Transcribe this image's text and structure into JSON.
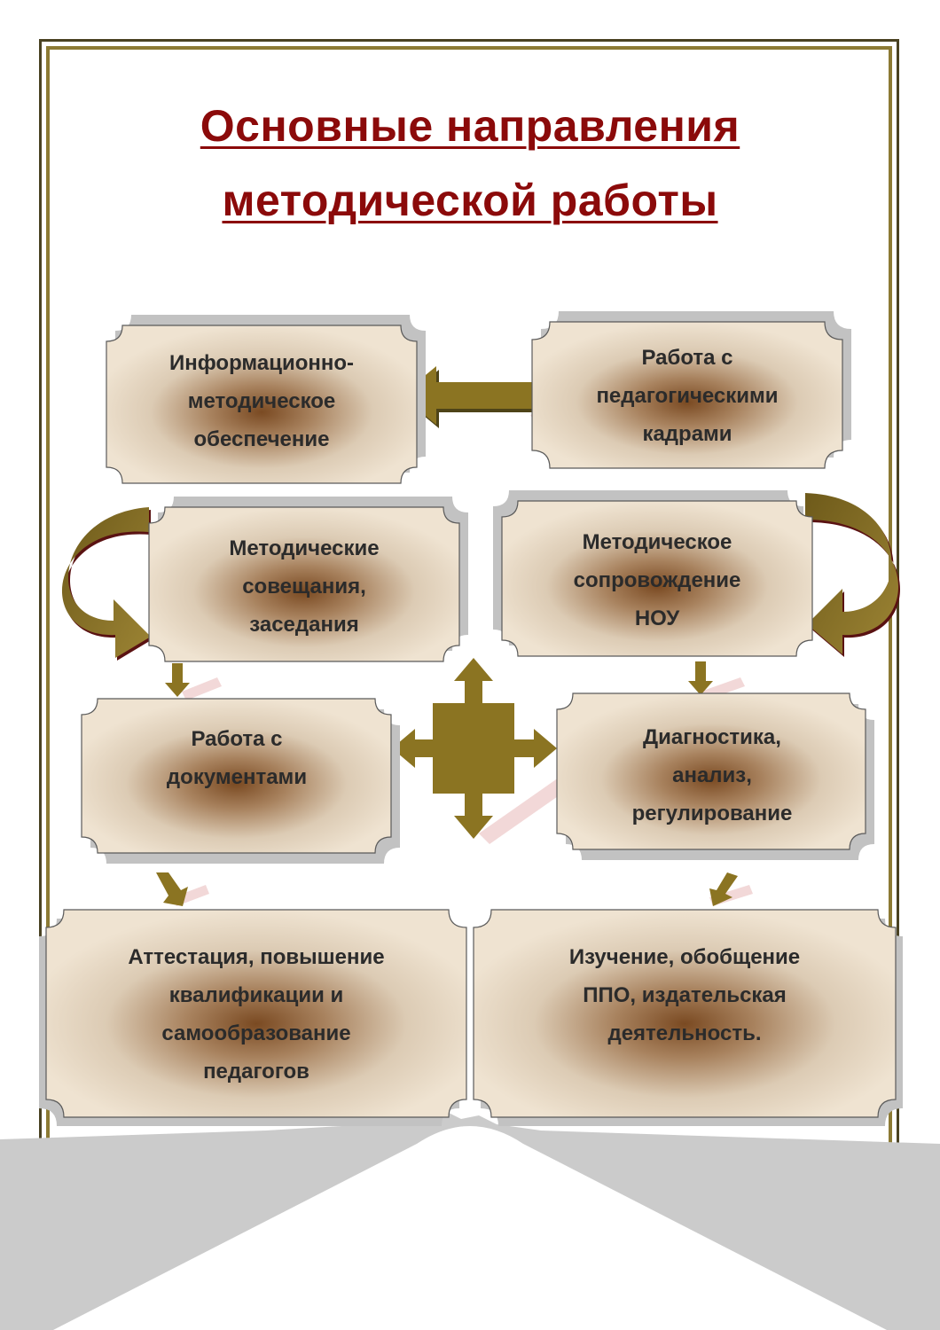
{
  "title": {
    "line1": "Основные направления",
    "line2": "методической работы"
  },
  "colors": {
    "title": "#8b0a0a",
    "arrow": "#8b7422",
    "box_fill": "#efe3d1",
    "box_center": "#7a4a22",
    "frame": "#8c7a34",
    "shadow": "#c2c2c2"
  },
  "boxes": [
    {
      "id": "info",
      "lines": [
        "Информационно-",
        "методическое",
        "обеспечение"
      ]
    },
    {
      "id": "cadres",
      "lines": [
        "Работа с",
        "педагогическими",
        "кадрами"
      ]
    },
    {
      "id": "meetings",
      "lines": [
        "Методические",
        "совещания,",
        "заседания"
      ]
    },
    {
      "id": "nou",
      "lines": [
        "Методическое",
        "сопровождение",
        "НОУ"
      ]
    },
    {
      "id": "documents",
      "lines": [
        "Работа с",
        "документами"
      ]
    },
    {
      "id": "diagnostics",
      "lines": [
        "Диагностика,",
        "анализ,",
        "регулирование"
      ]
    },
    {
      "id": "attestation",
      "lines": [
        "Аттестация, повышение",
        "квалификации и",
        "самообразование",
        "педагогов"
      ]
    },
    {
      "id": "study",
      "lines": [
        "Изучение, обобщение",
        "ППО, издательская",
        "деятельность."
      ]
    }
  ],
  "icons": {
    "double_arrow": "left-right-arrow-icon",
    "curved_arrows": "curved-arrow-icon",
    "cross": "four-way-arrow-icon",
    "down_arrows": "down-arrow-icon"
  }
}
